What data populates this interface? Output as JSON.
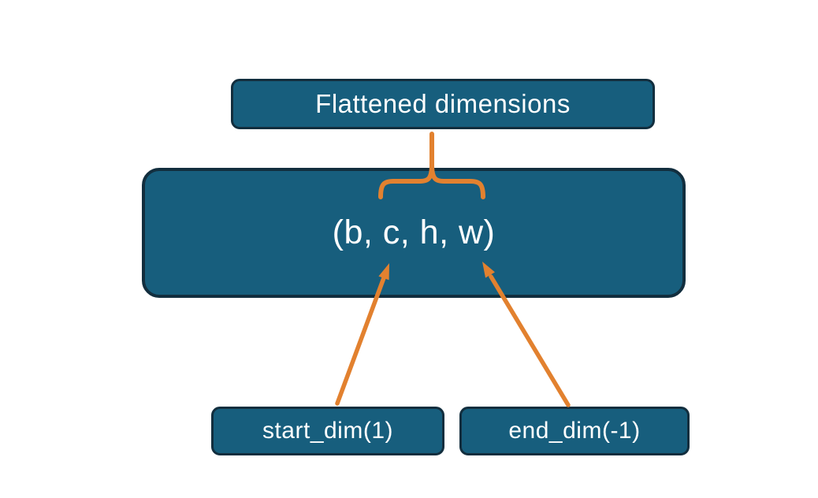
{
  "diagram": {
    "top_label": "Flattened dimensions",
    "tensor_label": "(b, c, h, w)",
    "start_label": "start_dim(1)",
    "end_label": "end_dim(-1)"
  },
  "connectors": [
    {
      "name": "brace",
      "from": "flattened-dimensions-box",
      "to": "tensor dims c..w",
      "style": "curly-brace"
    },
    {
      "name": "arrow-start-dim",
      "from": "start_dim(1)",
      "to": "dim c",
      "style": "arrow"
    },
    {
      "name": "arrow-end-dim",
      "from": "end_dim(-1)",
      "to": "dim w",
      "style": "arrow"
    }
  ],
  "colors": {
    "bg": "#ffffff",
    "box-fill": "#175e7d",
    "box-border": "#122e3e",
    "accent": "#e2812f",
    "text": "#ffffff"
  }
}
